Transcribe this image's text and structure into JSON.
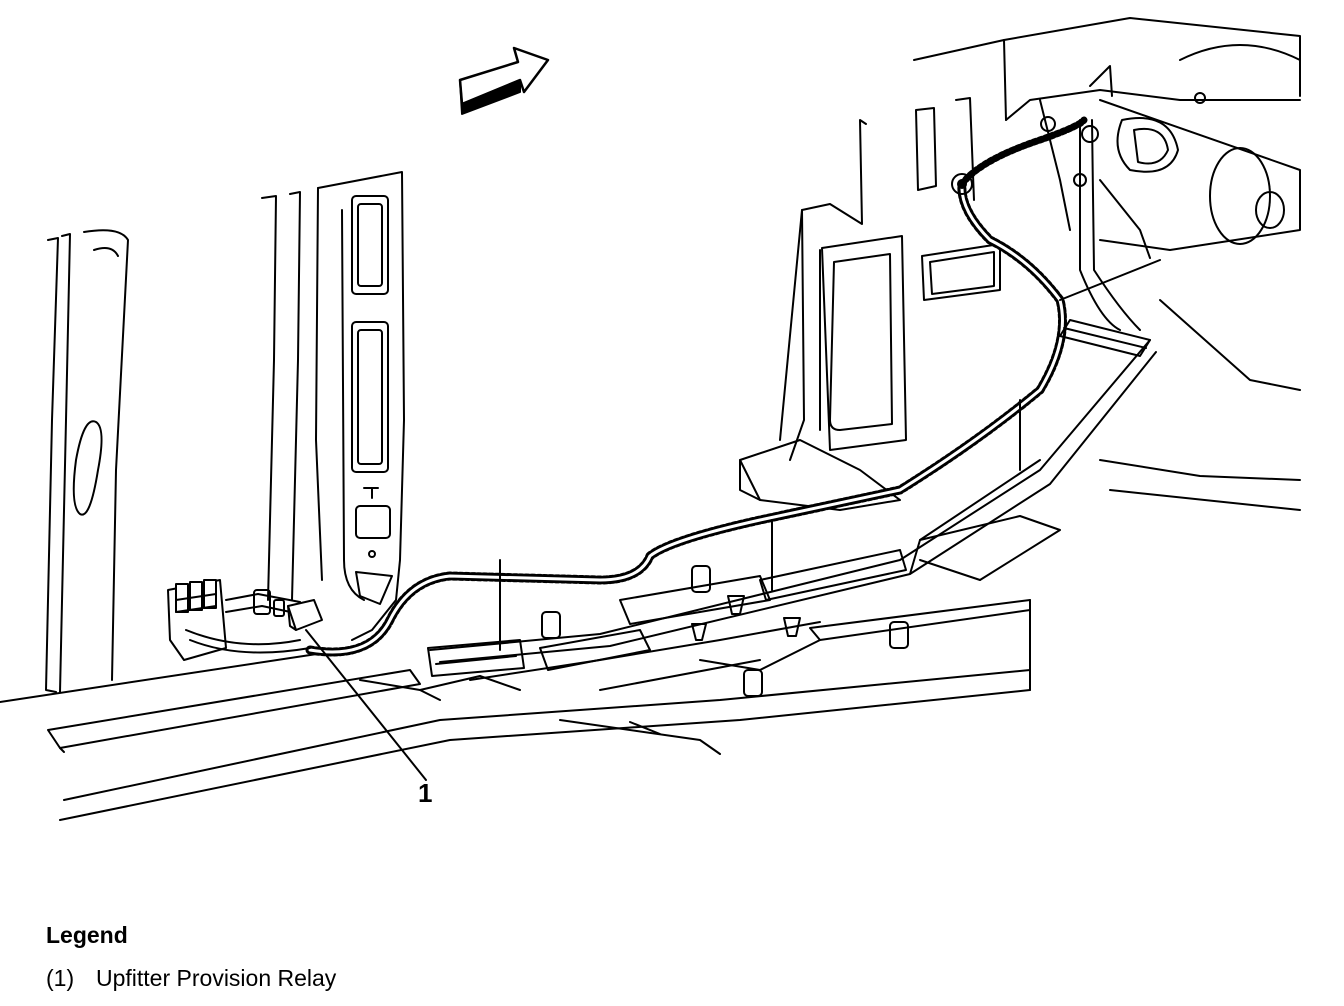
{
  "callout": {
    "number": "1"
  },
  "legend": {
    "title": "Legend",
    "items": [
      {
        "number": "(1)",
        "label": "Upfitter Provision Relay"
      }
    ]
  },
  "colors": {
    "line": "#000000",
    "background": "#ffffff"
  }
}
